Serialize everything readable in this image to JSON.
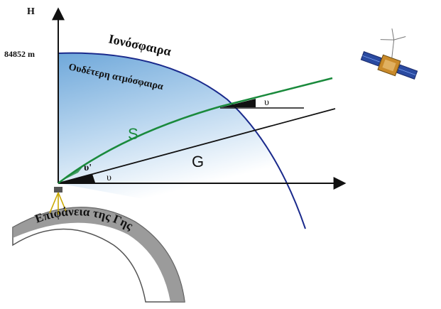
{
  "labels": {
    "axis_h": "H",
    "height_value": "84852 m",
    "ionosphere": "Ιονόσφαιρα",
    "neutral_atmosphere": "Ουδέτερη ατμόσφαιρα",
    "path_s": "S",
    "path_g": "G",
    "angle_upsilon_top": "υ",
    "angle_upsilon_prime": "υ'",
    "angle_upsilon_bottom": "υ",
    "earth_surface": "Επιφάνεια της Γης"
  },
  "colors": {
    "atmosphere_fill_top": "#7ab2de",
    "atmosphere_fill_bottom": "#ffffff",
    "atmosphere_edge": "#1a2a8c",
    "signal_path": "#1a8a3c",
    "axis": "#111111",
    "earth_surface": "#9a9a9a",
    "satellite_panel": "#2a4aa0",
    "satellite_body": "#c98a2a"
  },
  "icons": {
    "satellite": "satellite-icon",
    "receiver": "gps-receiver-tripod-icon"
  }
}
